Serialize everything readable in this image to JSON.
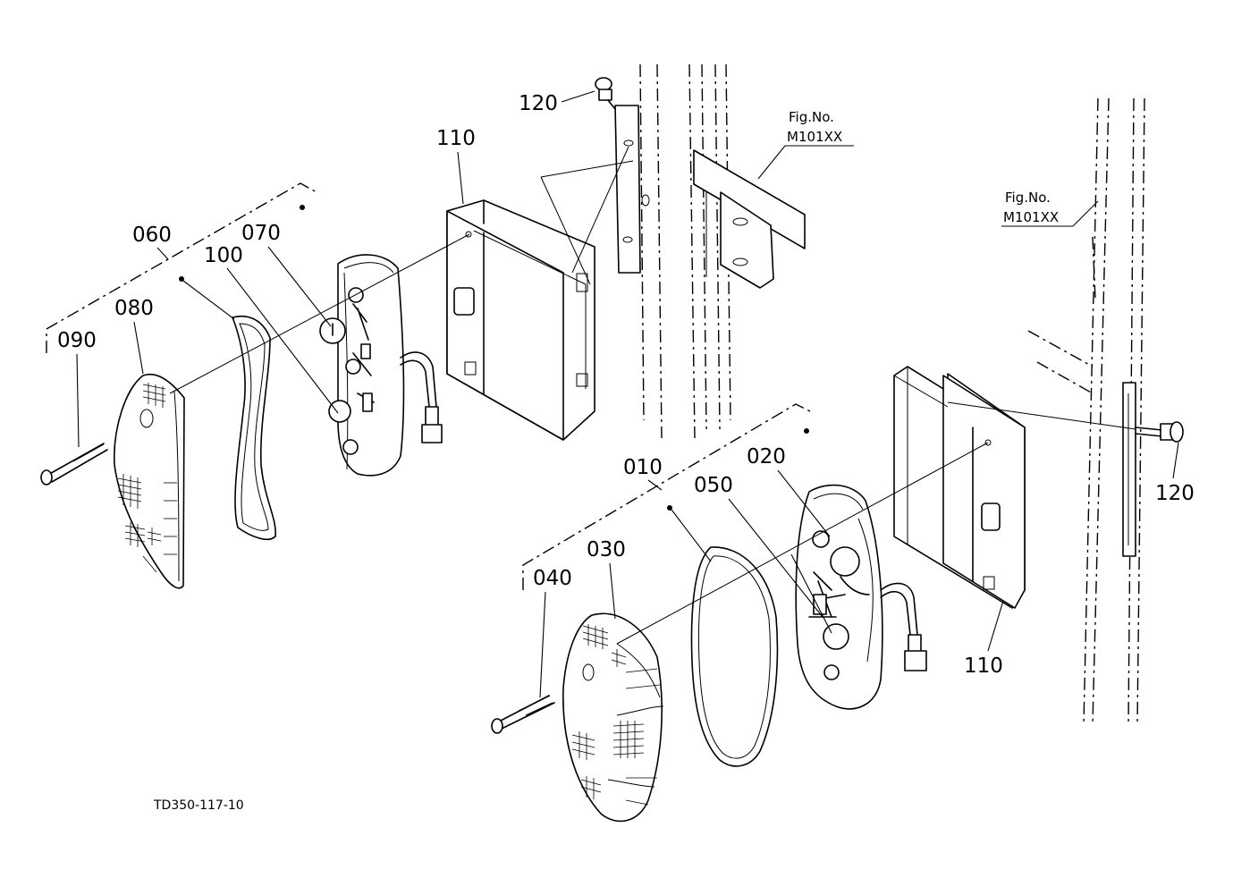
{
  "diagram": {
    "drawing_code": "TD350-117-10",
    "fig_refs": [
      {
        "line1": "Fig.No.",
        "line2": "M101XX"
      },
      {
        "line1": "Fig.No.",
        "line2": "M101XX"
      }
    ],
    "left_assembly": {
      "assembly": "060",
      "lens": "080",
      "screw": "090",
      "gasket": "100",
      "housing": "070",
      "bracket": "110",
      "bolt": "120"
    },
    "right_assembly": {
      "assembly": "010",
      "lens": "030",
      "screw": "040",
      "gasket": "050",
      "housing": "020",
      "bracket": "110",
      "bolt": "120"
    }
  }
}
